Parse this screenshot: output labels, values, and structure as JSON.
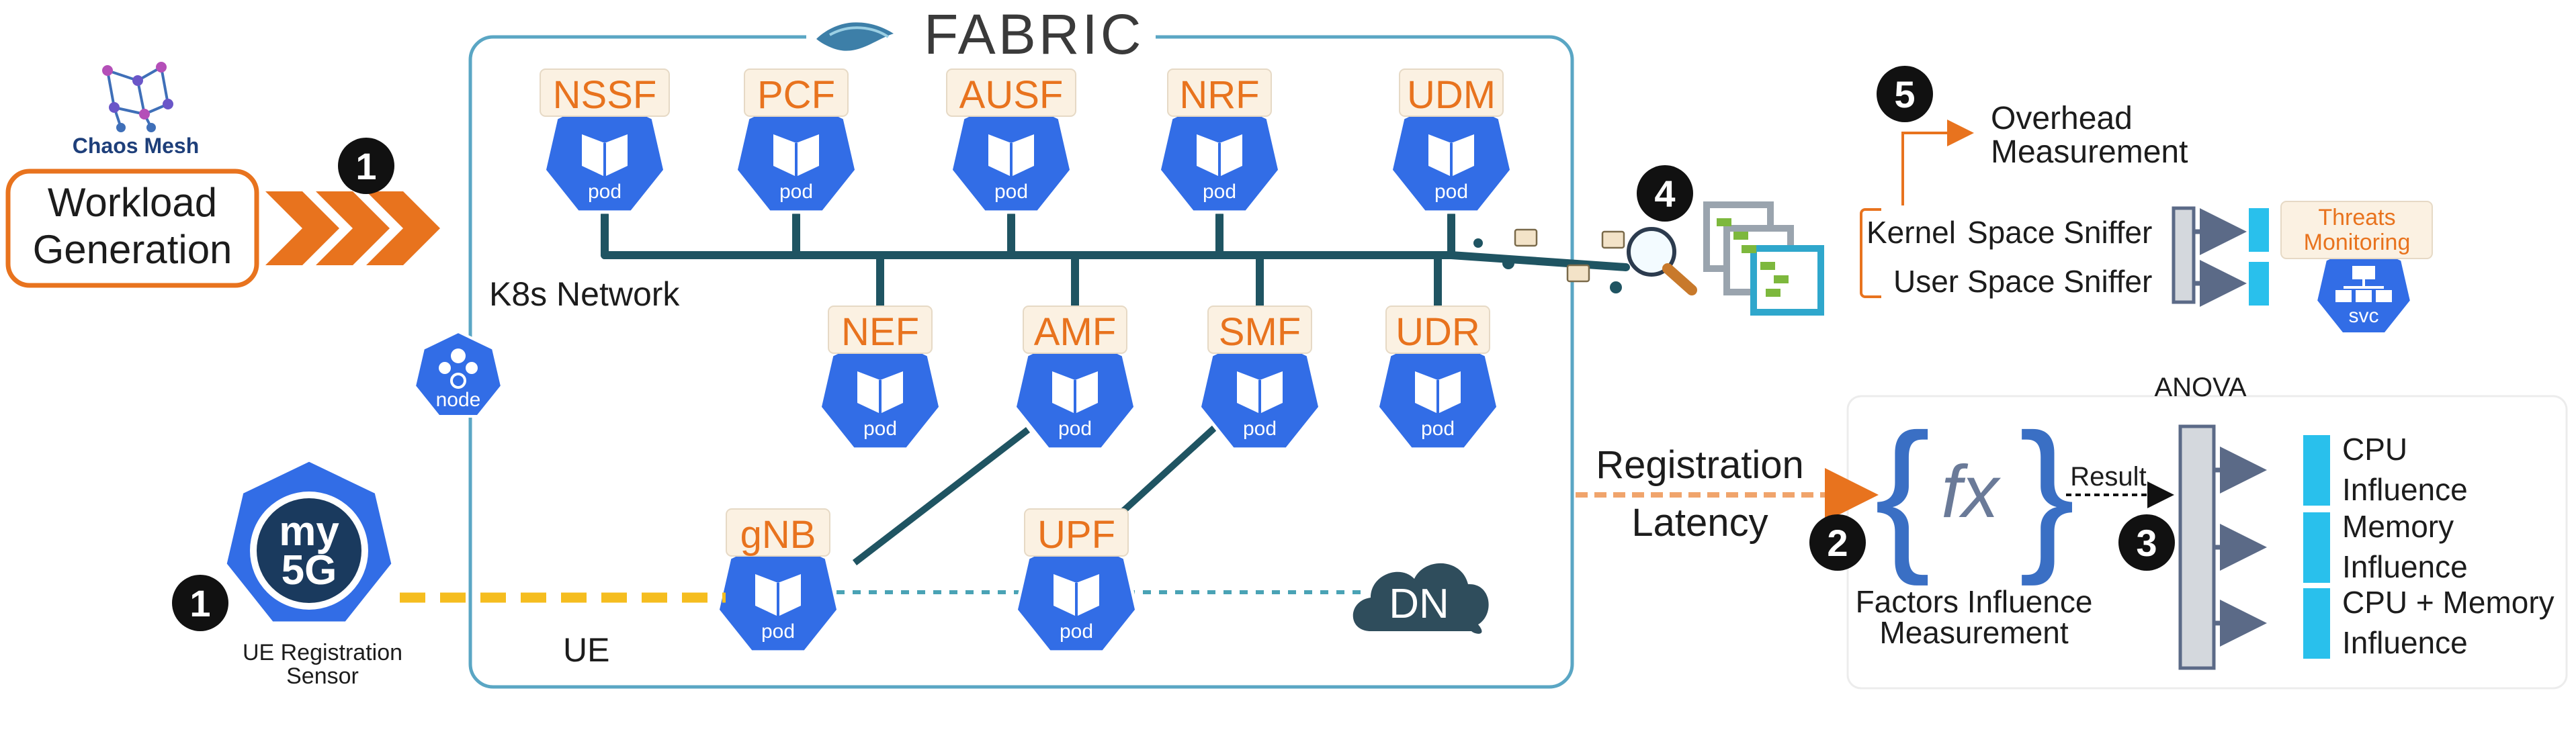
{
  "header": {
    "title": "FABRIC"
  },
  "chaos_mesh": {
    "label": "Chaos Mesh"
  },
  "workload": {
    "label_line1": "Workload",
    "label_line2": "Generation"
  },
  "k8s": {
    "label": "K8s Network",
    "node_label": "node"
  },
  "network_functions_top": [
    {
      "name": "NSSF",
      "pod": "pod"
    },
    {
      "name": "PCF",
      "pod": "pod"
    },
    {
      "name": "AUSF",
      "pod": "pod"
    },
    {
      "name": "NRF",
      "pod": "pod"
    },
    {
      "name": "UDM",
      "pod": "pod"
    }
  ],
  "network_functions_mid": [
    {
      "name": "NEF",
      "pod": "pod"
    },
    {
      "name": "AMF",
      "pod": "pod"
    },
    {
      "name": "SMF",
      "pod": "pod"
    },
    {
      "name": "UDR",
      "pod": "pod"
    }
  ],
  "network_functions_bottom": [
    {
      "name": "gNB",
      "pod": "pod"
    },
    {
      "name": "UPF",
      "pod": "pod"
    }
  ],
  "dn": {
    "label": "DN"
  },
  "ue": {
    "label": "UE"
  },
  "sensor": {
    "logo_top": "my",
    "logo_bottom": "5G",
    "label_line1": "UE Registration",
    "label_line2": "Sensor"
  },
  "steps": {
    "one_a": "1",
    "one_b": "1",
    "two": "2",
    "three": "3",
    "four": "4",
    "five": "5"
  },
  "overhead": {
    "line1": "Overhead",
    "line2": "Measurement"
  },
  "sniffers": {
    "kernel_prefix": "Kernel",
    "user_prefix": "User",
    "suffix": "Space Sniffer"
  },
  "threats": {
    "line1": "Threats",
    "line2": "Monitoring",
    "svc": "svc"
  },
  "registration": {
    "line1": "Registration",
    "line2": "Latency"
  },
  "factors": {
    "fx": "fx",
    "line1": "Factors Influence",
    "line2": "Measurement"
  },
  "result_label": "Result",
  "anova": {
    "title": "ANOVA",
    "outputs": [
      {
        "line1": "CPU",
        "line2": "Influence"
      },
      {
        "line1": "Memory",
        "line2": "Influence"
      },
      {
        "line1": "CPU + Memory",
        "line2": "Influence"
      }
    ]
  },
  "colors": {
    "k8s_blue": "#326de6",
    "orange": "#e8731e",
    "teal_frame": "#5aa6c4",
    "bus": "#1f5462",
    "cyan_bar": "#29c0ec",
    "sensor_line": "#f5bd1f",
    "dn_cloud": "#2f4d5c"
  },
  "icons": {
    "pod": "kubernetes-pod-icon",
    "node": "kubernetes-node-icon",
    "magnifier": "magnifier-icon",
    "packet": "envelope-icon",
    "analysis": "analysis-stack-icon",
    "fabric": "fabric-logo-icon",
    "chaos": "chaos-mesh-logo-icon",
    "svc": "kubernetes-svc-icon"
  }
}
